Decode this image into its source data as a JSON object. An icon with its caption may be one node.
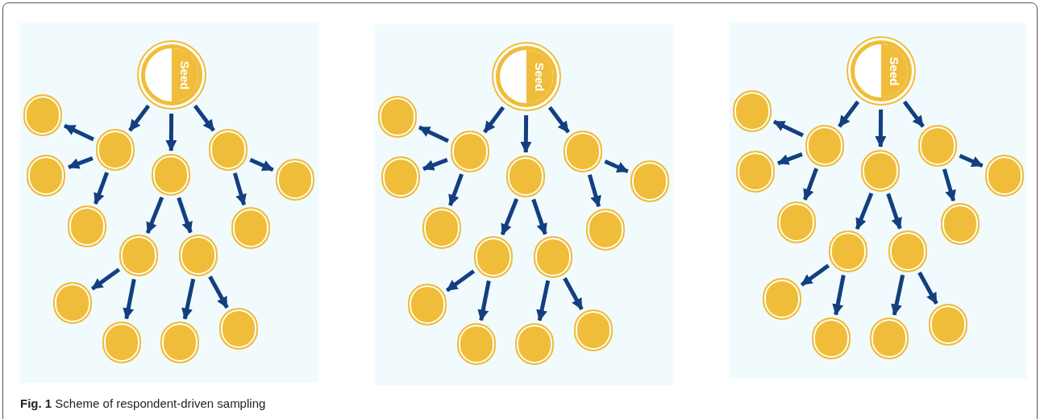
{
  "diagram": {
    "caption": "**Fig. 1** Scheme of respondent-driven sampling",
    "nodes": [
      {
        "text": [
          "Seed"
        ]
      },
      {
        "text": [],
        "shape": "circle"
      },
      {
        "text": [],
        "shape": "circle"
      },
      {
        "text": [],
        "shape": "circle"
      },
      {
        "text": [],
        "shape": "circle"
      },
      {
        "text": [],
        "shape": "circle"
      },
      {
        "text": [],
        "shape": "circle"
      },
      {
        "text": [],
        "shape": "circle"
      },
      {
        "text": [],
        "shape": "circle"
      },
      {
        "text": [],
        "shape": "circle"
      },
      {
        "text": [],
        "shape": "circle"
      },
      {
        "text": [],
        "shape": "circle"
      },
      {
        "text": [],
        "shape": "circle"
      },
      {
        "text": [],
        "shape": "circle"
      },
      {
        "text": [],
        "shape": "circle"
      },
      {
        "text": [
          "Seed"
        ]
      },
      {
        "text": [],
        "shape": "circle"
      },
      {
        "text": [],
        "shape": "circle"
      },
      {
        "text": [],
        "shape": "circle"
      },
      {
        "text": [],
        "shape": "circle"
      },
      {
        "text": [],
        "shape": "circle"
      },
      {
        "text": [],
        "shape": "circle"
      },
      {
        "text": [],
        "shape": "circle"
      },
      {
        "text": [],
        "shape": "circle"
      },
      {
        "text": [],
        "shape": "circle"
      },
      {
        "text": [],
        "shape": "circle"
      },
      {
        "text": [],
        "shape": "circle"
      },
      {
        "text": [],
        "shape": "circle"
      },
      {
        "text": [],
        "shape": "circle"
      },
      {
        "text": [],
        "shape": "circle"
      },
      {
        "text": [
          "Seed"
        ]
      },
      {
        "text": [],
        "shape": "circle"
      },
      {
        "text": [],
        "shape": "circle"
      },
      {
        "text": [],
        "shape": "circle"
      },
      {
        "text": [],
        "shape": "circle"
      },
      {
        "text": [],
        "shape": "circle"
      },
      {
        "text": [],
        "shape": "circle"
      },
      {
        "text": [],
        "shape": "circle"
      },
      {
        "text": [],
        "shape": "circle"
      },
      {
        "text": [],
        "shape": "circle"
      },
      {
        "text": [],
        "shape": "circle"
      },
      {
        "text": [],
        "shape": "circle"
      },
      {
        "text": [],
        "shape": "circle"
      },
      {
        "text": [],
        "shape": "circle"
      },
      {
        "text": [],
        "shape": "circle"
      }
    ],
    "edges": [
      {
        "from": 0,
        "to": 2,
        "arrow": "to"
      },
      {
        "from": 0,
        "to": 5,
        "arrow": "to"
      },
      {
        "from": 0,
        "to": 3,
        "arrow": "to"
      },
      {
        "from": 2,
        "to": 1,
        "arrow": "to"
      },
      {
        "from": 2,
        "to": 4,
        "arrow": "to"
      },
      {
        "from": 2,
        "to": 7,
        "arrow": "to"
      },
      {
        "from": 3,
        "to": 6,
        "arrow": "to"
      },
      {
        "from": 3,
        "to": 8,
        "arrow": "to"
      },
      {
        "from": 5,
        "to": 9,
        "arrow": "to"
      },
      {
        "from": 5,
        "to": 10,
        "arrow": "to"
      },
      {
        "from": 9,
        "to": 11,
        "arrow": "to"
      },
      {
        "from": 9,
        "to": 13,
        "arrow": "to"
      },
      {
        "from": 10,
        "to": 14,
        "arrow": "to"
      },
      {
        "from": 10,
        "to": 12,
        "arrow": "to"
      },
      {
        "from": 15,
        "to": 17,
        "arrow": "to"
      },
      {
        "from": 15,
        "to": 20,
        "arrow": "to"
      },
      {
        "from": 15,
        "to": 18,
        "arrow": "to"
      },
      {
        "from": 17,
        "to": 16,
        "arrow": "to"
      },
      {
        "from": 17,
        "to": 19,
        "arrow": "to"
      },
      {
        "from": 17,
        "to": 22,
        "arrow": "to"
      },
      {
        "from": 18,
        "to": 21,
        "arrow": "to"
      },
      {
        "from": 18,
        "to": 23,
        "arrow": "to"
      },
      {
        "from": 20,
        "to": 24,
        "arrow": "to"
      },
      {
        "from": 20,
        "to": 25,
        "arrow": "to"
      },
      {
        "from": 24,
        "to": 26,
        "arrow": "to"
      },
      {
        "from": 24,
        "to": 28,
        "arrow": "to"
      },
      {
        "from": 25,
        "to": 29,
        "arrow": "to"
      },
      {
        "from": 25,
        "to": 27,
        "arrow": "to"
      },
      {
        "from": 30,
        "to": 32,
        "arrow": "to"
      },
      {
        "from": 30,
        "to": 35,
        "arrow": "to"
      },
      {
        "from": 30,
        "to": 33,
        "arrow": "to"
      },
      {
        "from": 32,
        "to": 31,
        "arrow": "to"
      },
      {
        "from": 32,
        "to": 34,
        "arrow": "to"
      },
      {
        "from": 32,
        "to": 37,
        "arrow": "to"
      },
      {
        "from": 33,
        "to": 36,
        "arrow": "to"
      },
      {
        "from": 33,
        "to": 38,
        "arrow": "to"
      },
      {
        "from": 35,
        "to": 39,
        "arrow": "to"
      },
      {
        "from": 35,
        "to": 40,
        "arrow": "to"
      },
      {
        "from": 39,
        "to": 41,
        "arrow": "to"
      },
      {
        "from": 39,
        "to": 43,
        "arrow": "to"
      },
      {
        "from": 40,
        "to": 44,
        "arrow": "to"
      },
      {
        "from": 40,
        "to": 42,
        "arrow": "to"
      }
    ]
  }
}
